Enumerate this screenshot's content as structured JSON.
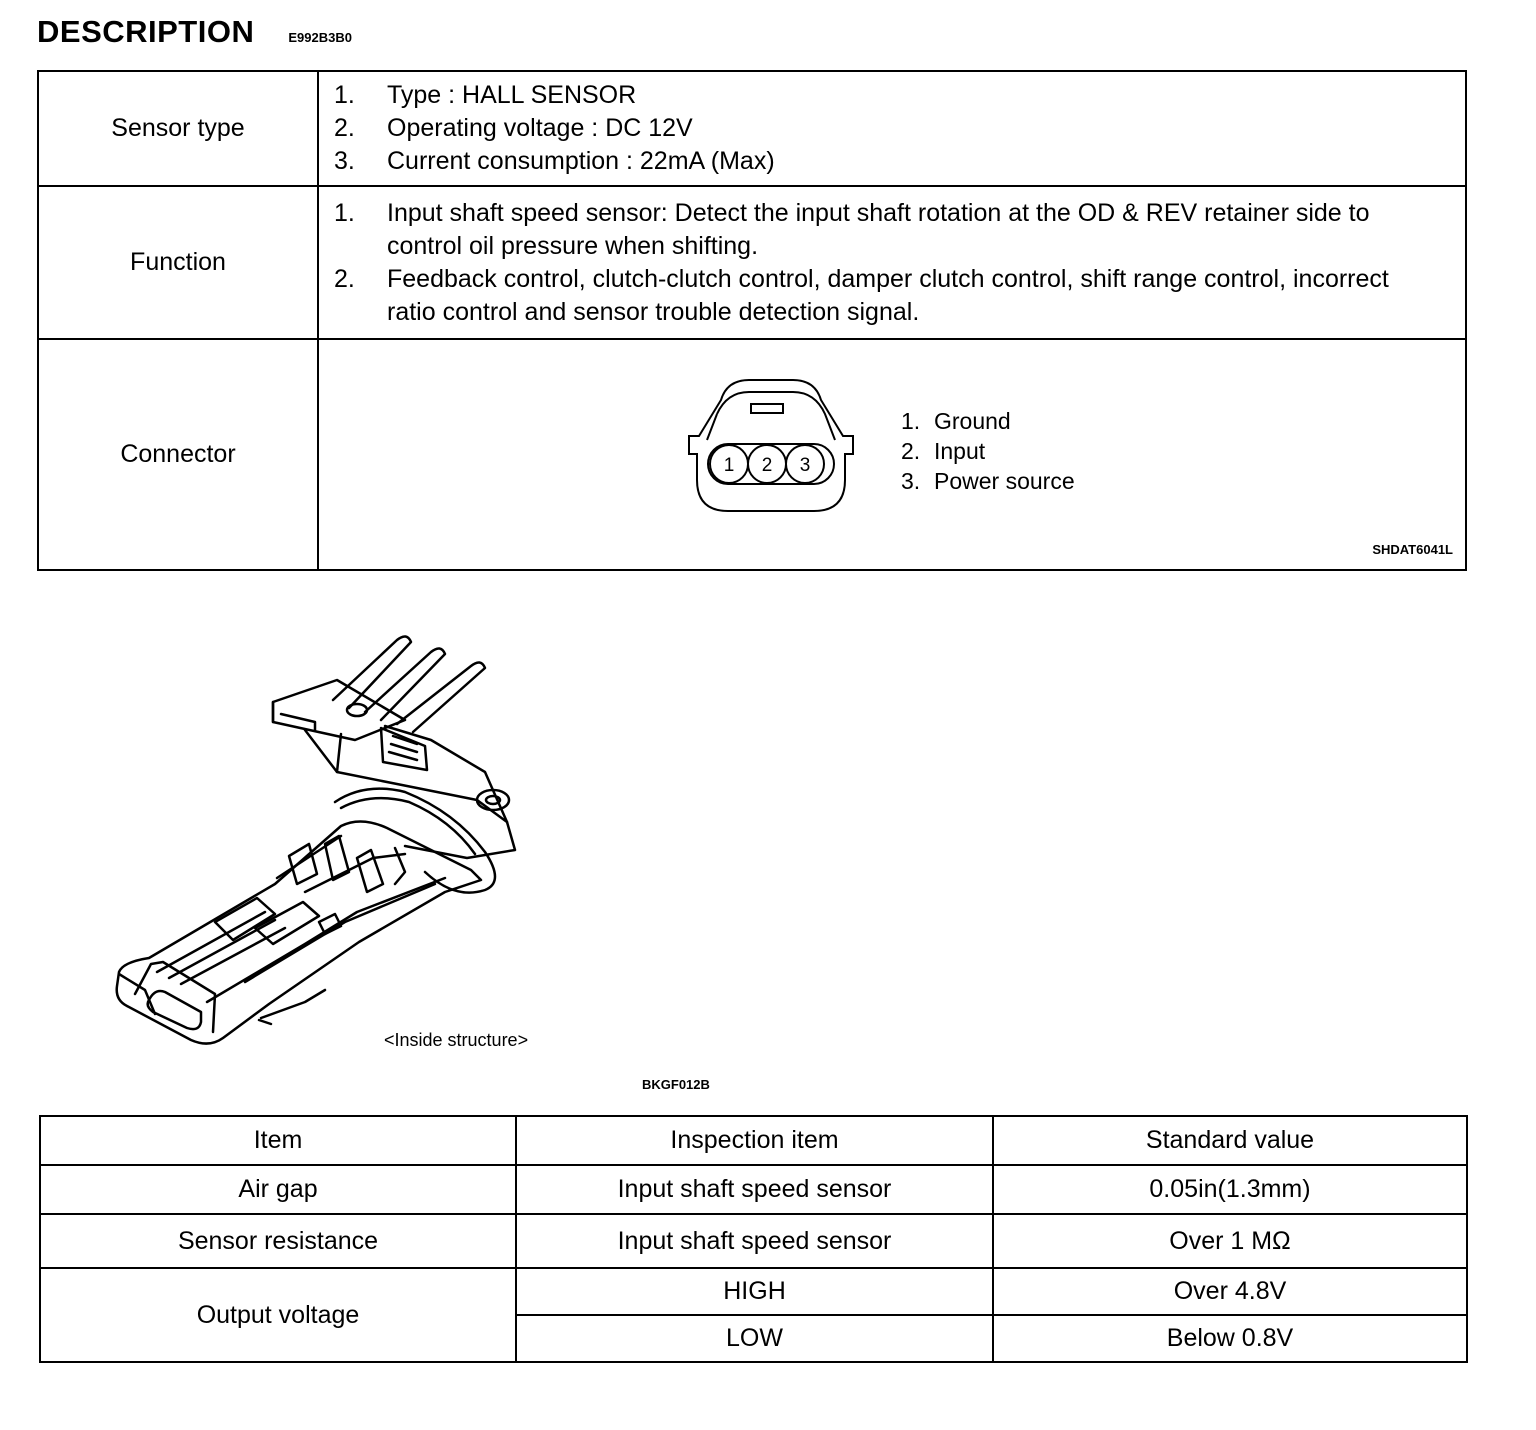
{
  "header": {
    "title": "DESCRIPTION",
    "code": "E992B3B0"
  },
  "description": {
    "rows": [
      {
        "label": "Sensor type",
        "items": [
          {
            "num": "1.",
            "text": "Type :  HALL SENSOR"
          },
          {
            "num": "2.",
            "text": "Operating voltage :  DC 12V"
          },
          {
            "num": "3.",
            "text": "Current consumption :  22mA (Max)"
          }
        ]
      },
      {
        "label": "Function",
        "items": [
          {
            "num": "1.",
            "text": "Input shaft speed sensor:  Detect the input shaft rotation at the OD  &  REV retainer side to control oil pressure when shifting."
          },
          {
            "num": "2.",
            "text": "Feedback control, clutch-clutch control, damper clutch control, shift range control, incorrect ratio control and sensor trouble detection signal."
          }
        ]
      },
      {
        "label": "Connector",
        "connector": {
          "pin_numbers": [
            "1",
            "2",
            "3"
          ],
          "pins": [
            {
              "num": "1.",
              "name": "Ground"
            },
            {
              "num": "2.",
              "name": "Input"
            },
            {
              "num": "3.",
              "name": "Power source"
            }
          ],
          "figure_code": "SHDAT6041L"
        }
      }
    ]
  },
  "figure": {
    "caption": "<Inside structure>",
    "code": "BKGF012B"
  },
  "spec_table": {
    "headers": [
      "Item",
      "Inspection item",
      "Standard value"
    ],
    "rows": [
      {
        "item": "Air gap",
        "inspection": "Input shaft speed sensor",
        "value": "0.05in(1.3mm)"
      },
      {
        "item": "Sensor resistance",
        "inspection": "Input shaft speed sensor",
        "value": "Over 1 MΩ"
      },
      {
        "item": "Output voltage",
        "inspection": "HIGH",
        "value": "Over 4.8V"
      },
      {
        "inspection": "LOW",
        "value": "Below 0.8V"
      }
    ]
  }
}
